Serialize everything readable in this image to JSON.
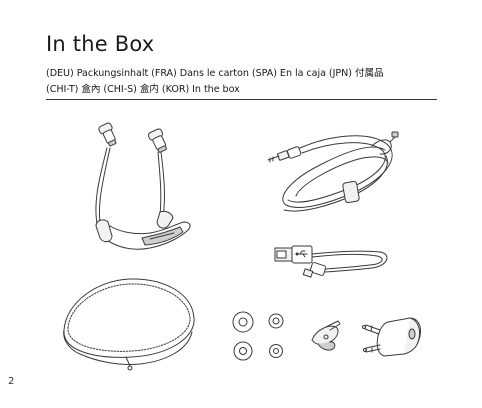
{
  "header": {
    "title": "In the Box",
    "translations_line1": "(DEU) Packungsinhalt   (FRA) Dans le carton    (SPA) En la caja    (JPN) 付属品",
    "translations_line2": "(CHI-T) 盒內    (CHI-S) 盒内    (KOR) In the box"
  },
  "contents": {
    "items": [
      "neckband-earphones",
      "audio-cable",
      "usb-cable",
      "carrying-case",
      "ear-tips",
      "clothing-clip",
      "airplane-adapter"
    ]
  },
  "footer": {
    "page_number": "2"
  },
  "colors": {
    "text": "#1a1a1a",
    "line": "#3a3a3a",
    "fill_light": "#f2f2f2",
    "fill_mid": "#cfcfcf"
  }
}
